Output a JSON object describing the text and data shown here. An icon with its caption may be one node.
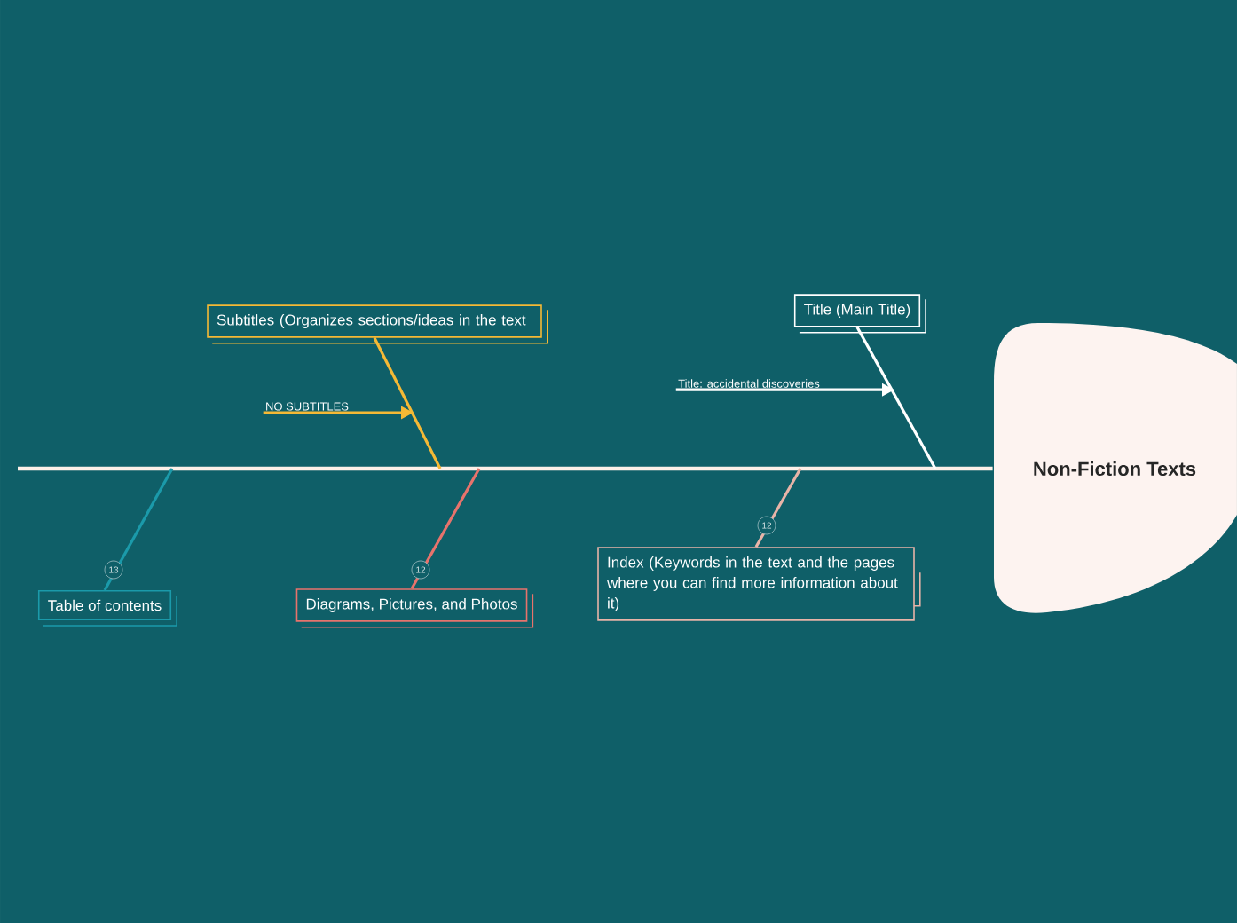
{
  "diagram": {
    "nodes": [
      {
        "text": [
          "Non-Fiction Texts"
        ]
      },
      {
        "text": [
          "Subtitles (Organizes sections/ideas in the text"
        ]
      },
      {
        "text": [
          "Title (Main Title)"
        ]
      },
      {
        "text": [
          "Table of contents"
        ]
      },
      {
        "text": [
          "Diagrams, Pictures, and Photos"
        ]
      },
      {
        "text": [
          "Index (Keywords in the text and the pages where you can find more information about it)"
        ]
      },
      {
        "text": [
          "NO SUBTITLES"
        ]
      },
      {
        "text": [
          "Title: accidental discoveries"
        ]
      }
    ],
    "edges": [
      {
        "from": null,
        "to": 0,
        "arrow": "none",
        "color": "#fdf0e8"
      },
      {
        "from": 1,
        "to": null,
        "arrow": "none",
        "color": "#f5b935"
      },
      {
        "from": 2,
        "to": null,
        "arrow": "none",
        "color": "#ffffff"
      },
      {
        "from": 3,
        "to": null,
        "arrow": "none",
        "color": "#1b9aaa"
      },
      {
        "from": 4,
        "to": null,
        "arrow": "none",
        "color": "#e8736c"
      },
      {
        "from": 5,
        "to": null,
        "arrow": "none",
        "color": "#e8b4a8"
      },
      {
        "from": 6,
        "to": null,
        "arrow": "to",
        "color": "#f5b935"
      },
      {
        "from": 7,
        "to": null,
        "arrow": "to",
        "color": "#ffffff"
      }
    ],
    "labels": [
      "13",
      "12",
      "12"
    ]
  }
}
